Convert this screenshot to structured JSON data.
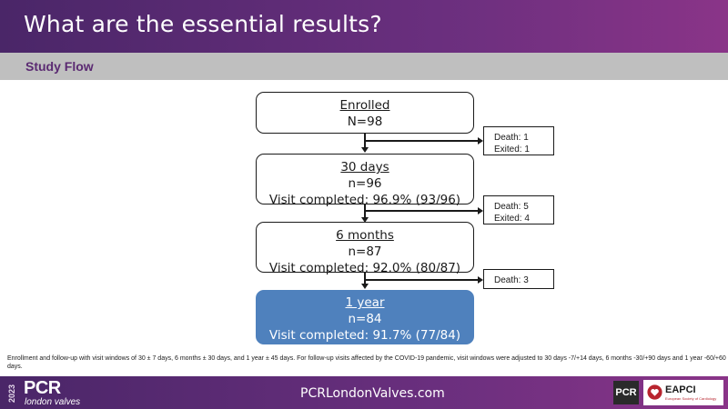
{
  "header": {
    "title": "What are the essential results?"
  },
  "subheader": {
    "title": "Study Flow"
  },
  "flow": {
    "boxes": [
      {
        "title": "Enrolled",
        "count": "N=98",
        "visit": ""
      },
      {
        "title": "30 days",
        "count": "n=96",
        "visit": "Visit completed: 96.9% (93/96)"
      },
      {
        "title": "6 months",
        "count": "n=87",
        "visit": "Visit completed: 92.0% (80/87)"
      },
      {
        "title": "1 year",
        "count": "n=84",
        "visit": "Visit completed: 91.7% (77/84)"
      }
    ],
    "exits": [
      {
        "line1": "Death: 1",
        "line2": "Exited: 1"
      },
      {
        "line1": "Death: 5",
        "line2": "Exited: 4"
      },
      {
        "line1": "Death: 3",
        "line2": ""
      }
    ],
    "final_color": "#4f81bd"
  },
  "footnote": "Enrollment and follow-up with visit windows of 30 ± 7 days, 6 months ± 30 days, and 1 year ± 45 days. For follow-up visits affected by the COVID-19 pandemic, visit windows were adjusted to 30 days -7/+14 days, 6 months -30/+90 days and 1 year -60/+60 days.",
  "footer": {
    "year": "2023",
    "brand": "PCR",
    "brand_sub": "london valves",
    "url": "PCRLondonValves.com",
    "logo_pcr": "PCR",
    "logo_eapci": "EAPCI",
    "logo_eapci_sub": "European Society of Cardiology",
    "accent": "#6a2f7e"
  }
}
